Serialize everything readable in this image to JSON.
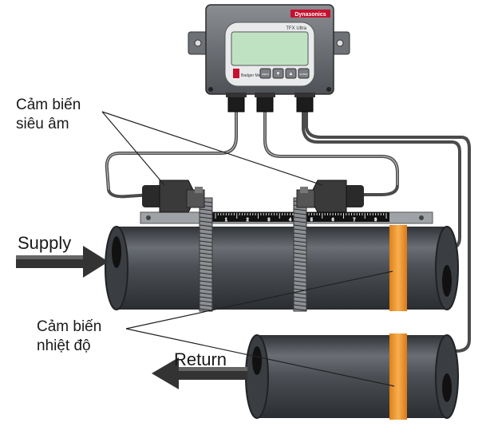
{
  "meter": {
    "brand": "Dynasonics",
    "model": "TFX Ultra",
    "maker_logo": "Badger Meter",
    "keys": [
      {
        "name": "menu-key",
        "label": "MENU"
      },
      {
        "name": "down-arrow-icon",
        "label": "▼"
      },
      {
        "name": "up-arrow-icon",
        "label": "▲"
      },
      {
        "name": "enter-key",
        "label": "ENTER"
      }
    ]
  },
  "labels": {
    "ultrasonic_line1": "Cảm biến",
    "ultrasonic_line2": "siêu âm",
    "temperature_line1": "Cảm biến",
    "temperature_line2": "nhiệt độ",
    "supply": "Supply",
    "return": "Return"
  },
  "ruler": {
    "ticks": [
      "1",
      "2",
      "3",
      "4",
      "5",
      "6",
      "7",
      "8"
    ]
  },
  "colors": {
    "pipe": "#4a4d52",
    "orange_band": "#f29a2e",
    "cable": "#555555",
    "housing": "#6a6d72",
    "lcd": "#bfe3c2"
  }
}
